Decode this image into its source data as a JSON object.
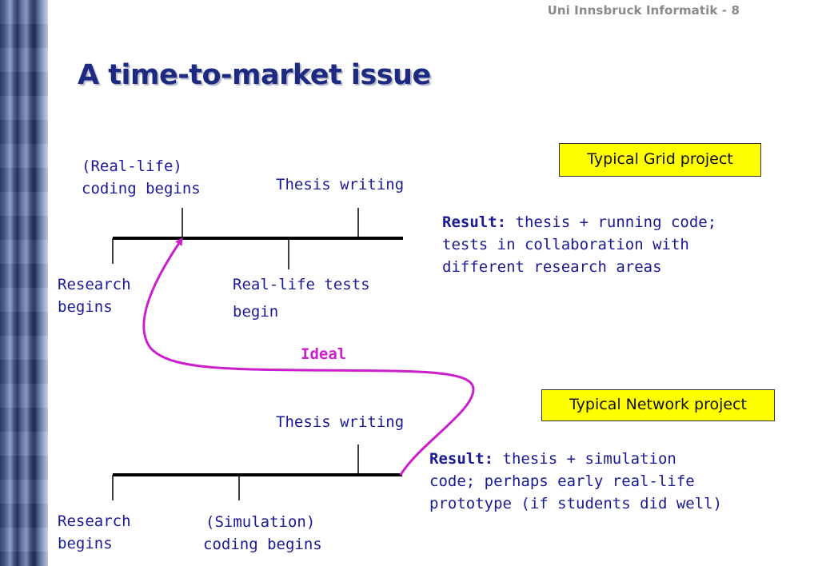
{
  "header": "Uni Innsbruck Informatik - 8",
  "title": "A time-to-market issue",
  "grid": {
    "box_label": "Typical Grid project",
    "coding_begins": [
      "(Real-life)",
      "coding begins"
    ],
    "thesis_writing": "Thesis writing",
    "research_begins": [
      "Research",
      "begins"
    ],
    "real_life_tests": [
      "Real-life tests",
      "begin"
    ],
    "result_label": "Result:",
    "result_lines": [
      " thesis + running code;",
      "tests in collaboration with",
      "different research areas"
    ]
  },
  "ideal_label": "Ideal",
  "network": {
    "box_label": "Typical Network project",
    "thesis_writing": "Thesis writing",
    "research_begins": [
      "Research",
      "begins"
    ],
    "coding_begins": [
      "(Simulation)",
      "coding begins"
    ],
    "result_label": "Result:",
    "result_lines": [
      " thesis + simulation",
      "code; perhaps early real-life",
      "prototype (if students did well)"
    ]
  },
  "colors": {
    "title": "#1c2a82",
    "text": "#1a1a96",
    "ideal": "#cc1fcc",
    "box_fill": "#ffff00"
  }
}
